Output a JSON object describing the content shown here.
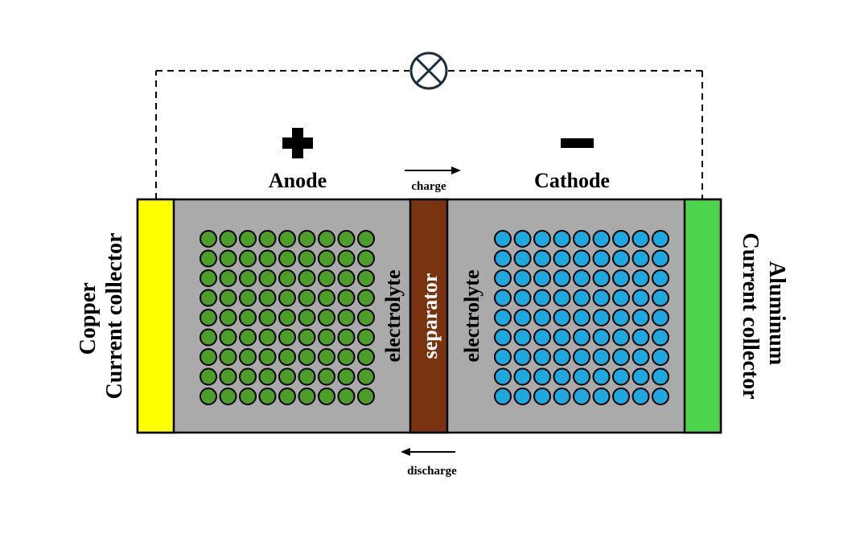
{
  "labels": {
    "anode": "Anode",
    "cathode": "Cathode",
    "charge": "charge",
    "discharge": "discharge",
    "separator": "separator",
    "electrolyte_left": "electrolyte",
    "electrolyte_right": "electrolyte",
    "copper_line1": "Copper",
    "copper_line2": "Current collector",
    "aluminum_line1": "Aluminum",
    "aluminum_line2": "Current collector"
  },
  "particles": {
    "rows": 9,
    "cols": 9
  },
  "colors": {
    "copper_collector": "#ffff00",
    "aluminum_collector": "#4cd44c",
    "cell_body": "#aaaaaa",
    "separator": "#7a3310",
    "anode_particle": "#4d9e28",
    "cathode_particle": "#1ea8e0",
    "lamp_stroke": "#1c2e3b",
    "outline": "#000000"
  },
  "icons": {
    "lamp": "lamp-icon",
    "anode_sign": "plus-icon",
    "cathode_sign": "minus-icon"
  }
}
